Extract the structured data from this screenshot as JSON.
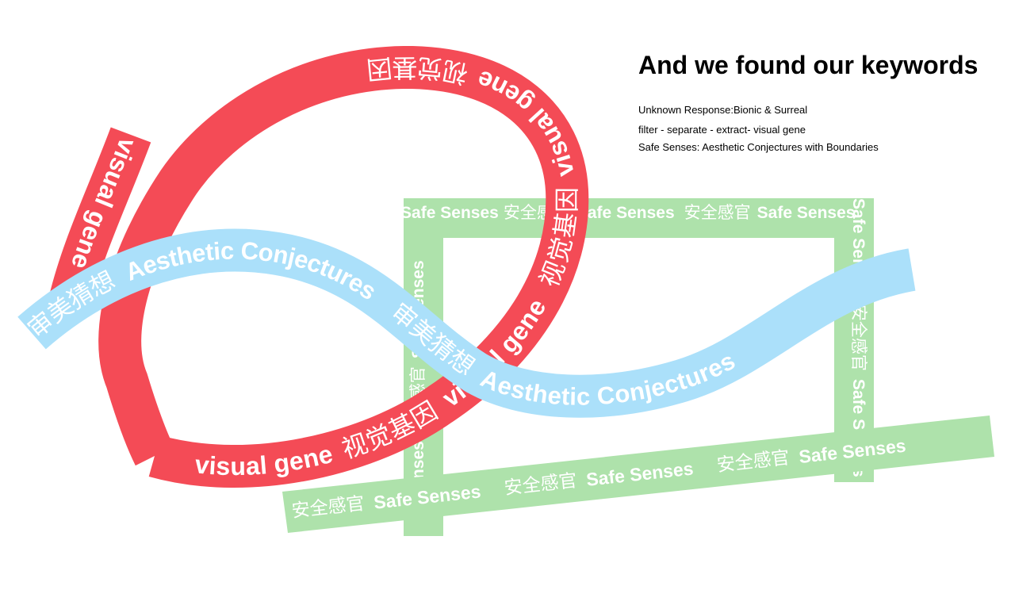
{
  "heading": "And we found our keywords",
  "keywords": [
    "Unknown Response:Bionic & Surreal",
    "filter - separate - extract- visual gene",
    "Safe Senses: Aesthetic Conjectures with Boundaries"
  ],
  "ribbons": {
    "visual_gene": {
      "en": "visual gene",
      "zh": "视觉基因",
      "color": "#f44b56"
    },
    "safe_senses": {
      "en": "Safe Senses",
      "zh": "安全感官",
      "color": "#aee2ab"
    },
    "aesthetic": {
      "en": "Aesthetic Conjectures",
      "zh": "审美猜想",
      "color": "#abe0fa"
    }
  }
}
